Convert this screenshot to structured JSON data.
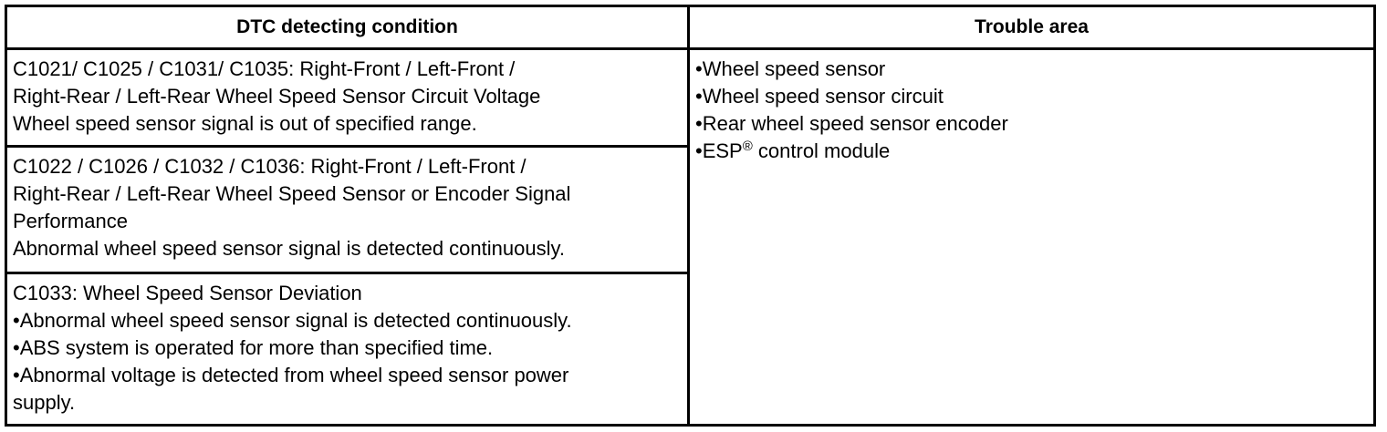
{
  "table": {
    "headers": {
      "condition": "DTC detecting condition",
      "trouble_area": "Trouble area"
    },
    "conditions": [
      {
        "lines": [
          "C1021/ C1025 / C1031/ C1035: Right-Front / Left-Front /",
          "Right-Rear / Left-Rear Wheel Speed Sensor Circuit Voltage",
          "Wheel speed sensor signal is out of specified range."
        ]
      },
      {
        "lines": [
          "C1022 / C1026 / C1032 / C1036: Right-Front / Left-Front /",
          "Right-Rear / Left-Rear Wheel Speed Sensor or Encoder Signal",
          "Performance",
          "Abnormal wheel speed sensor signal is detected continuously."
        ]
      },
      {
        "lines": [
          "C1033: Wheel Speed Sensor Deviation",
          "•Abnormal wheel speed sensor signal is detected continuously.",
          "•ABS system is operated for more than specified time.",
          "•Abnormal voltage is detected from wheel speed sensor power",
          "supply."
        ]
      }
    ],
    "trouble_areas": [
      "•Wheel speed sensor",
      "•Wheel speed sensor circuit",
      "•Rear wheel speed sensor encoder"
    ],
    "trouble_area_esp": {
      "prefix": "•ESP",
      "superscript": "®",
      "suffix": " control module"
    }
  }
}
